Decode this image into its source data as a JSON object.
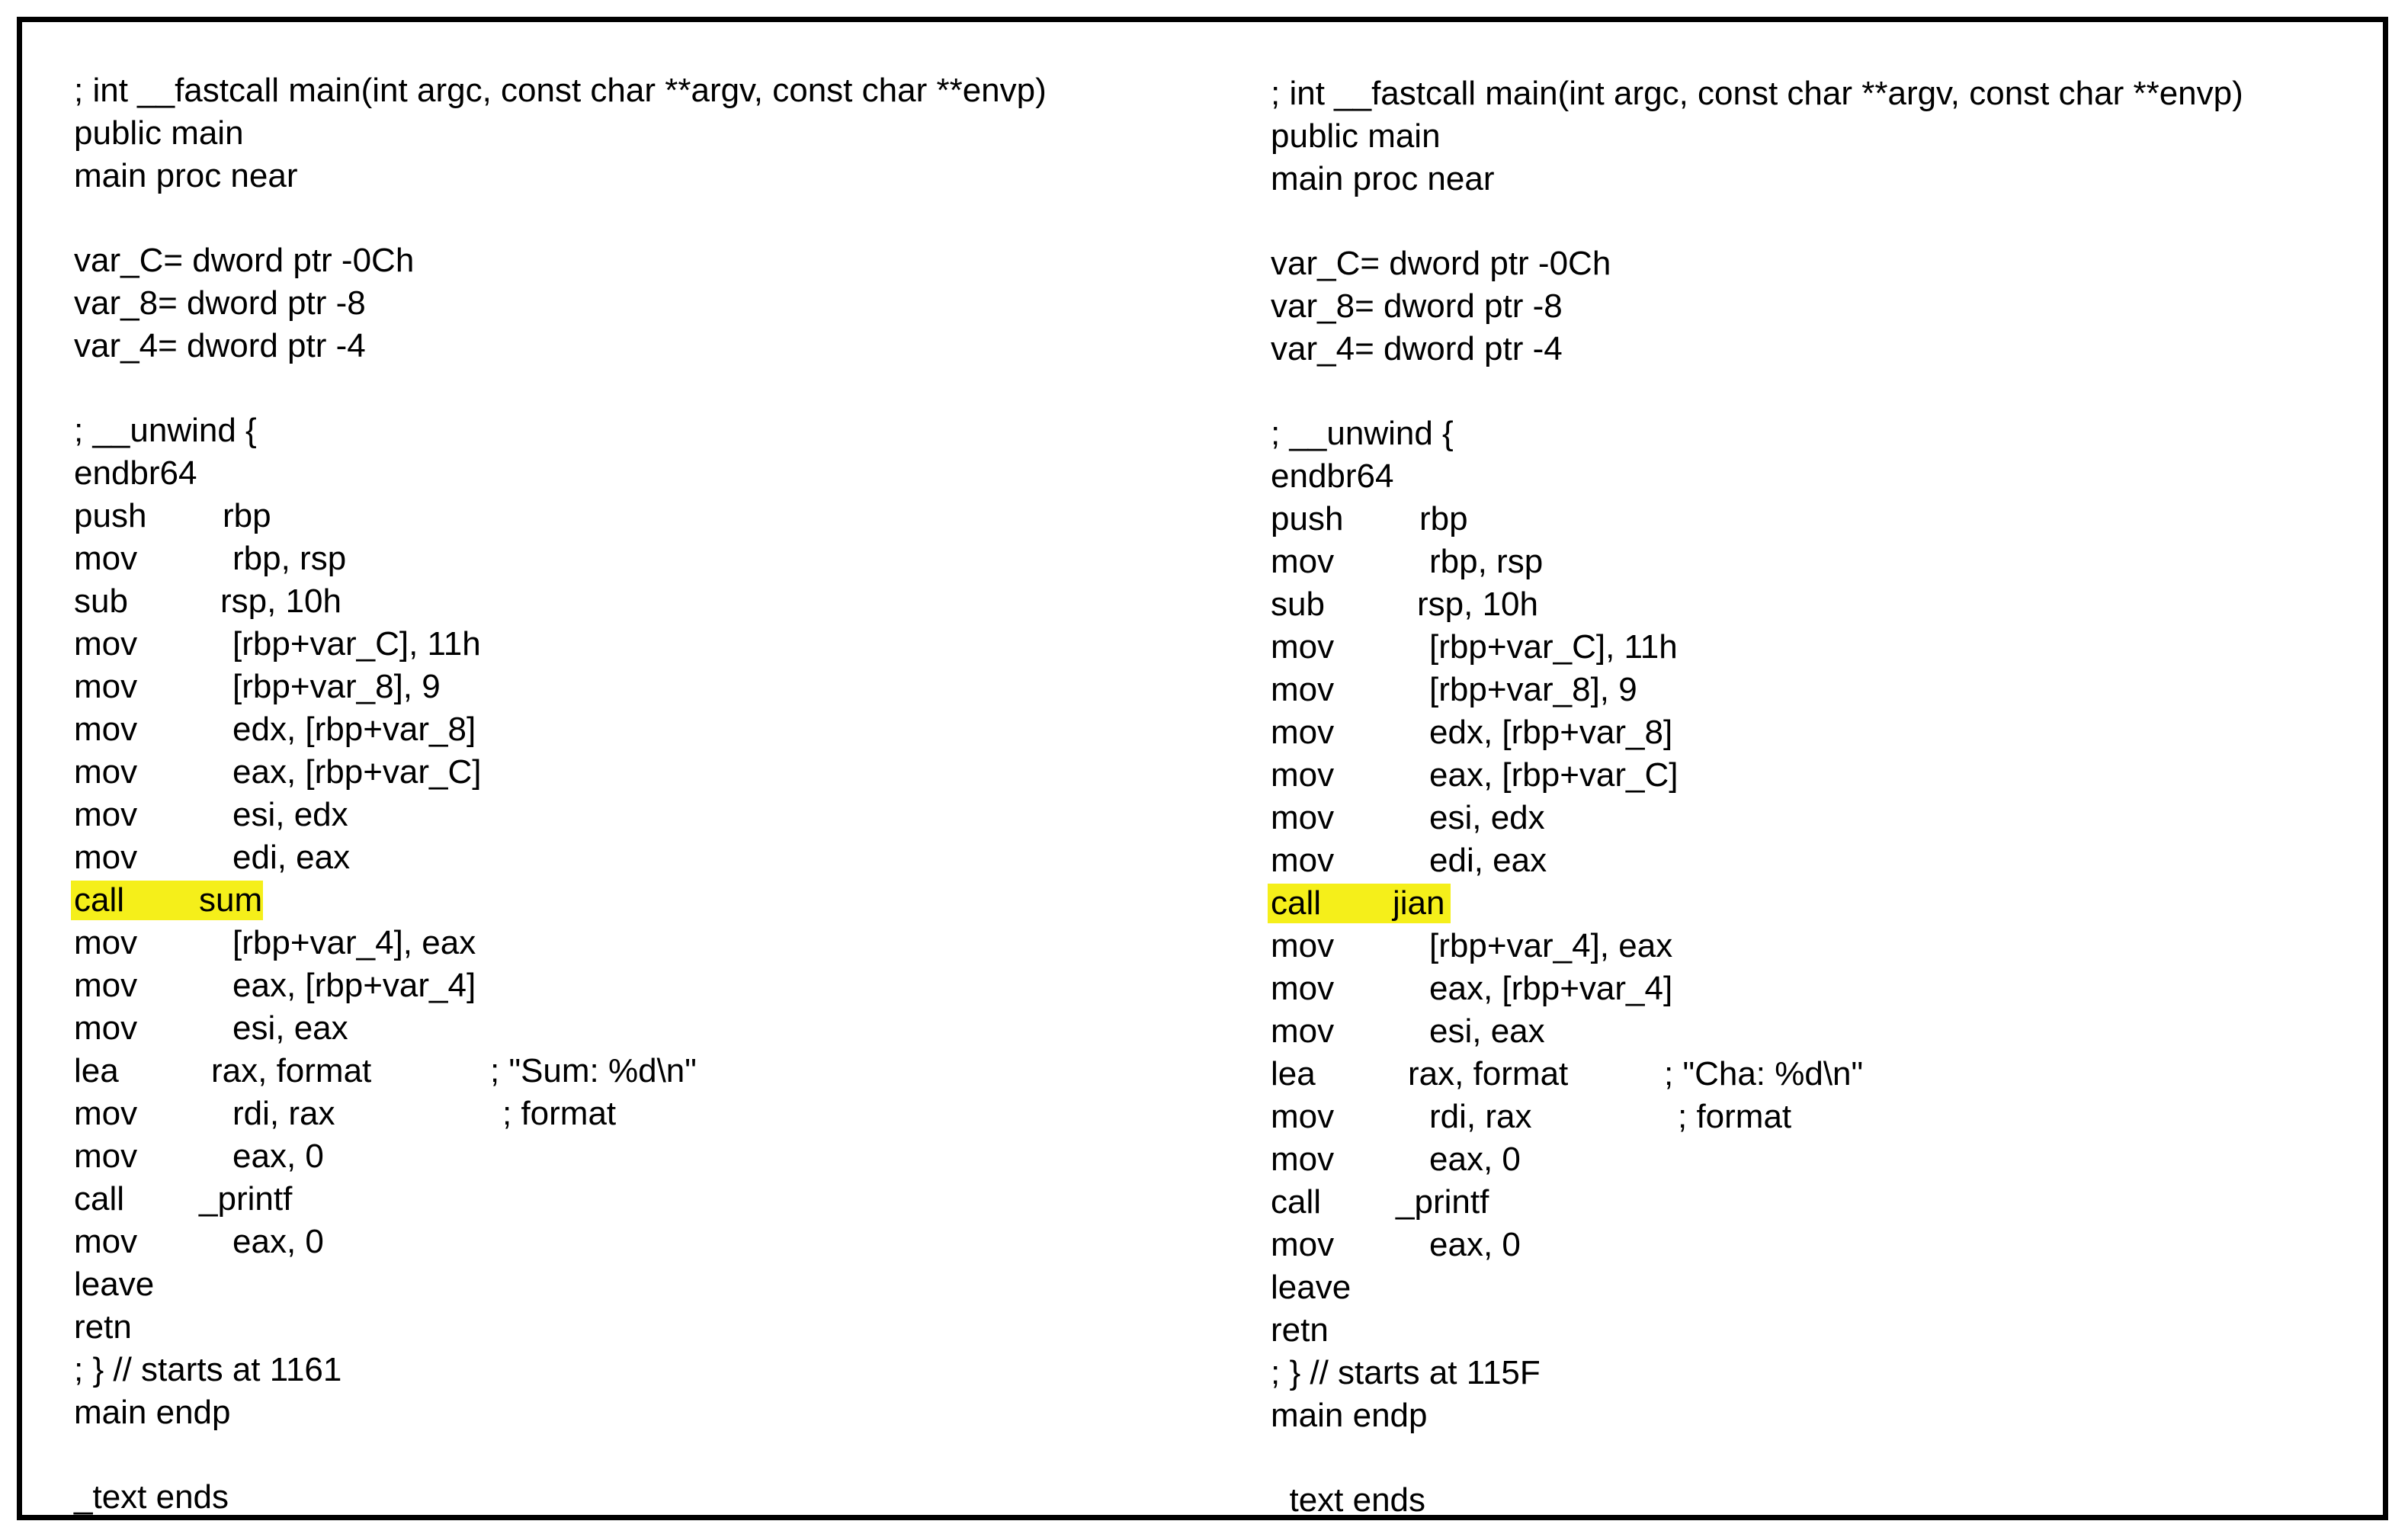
{
  "left": {
    "lines": [
      {
        "kind": "text",
        "text": "; int __fastcall main(int argc, const char **argv, const char **envp)"
      },
      {
        "kind": "text",
        "text": "public main"
      },
      {
        "kind": "text",
        "text": "main proc near"
      },
      {
        "kind": "blank"
      },
      {
        "kind": "text",
        "text": "var_C= dword ptr -0Ch"
      },
      {
        "kind": "text",
        "text": "var_8= dword ptr -8"
      },
      {
        "kind": "text",
        "text": "var_4= dword ptr -4"
      },
      {
        "kind": "blank"
      },
      {
        "kind": "text",
        "text": "; __unwind {"
      },
      {
        "kind": "text",
        "text": "endbr64"
      },
      {
        "kind": "ins",
        "mn": "push",
        "op": "rbp",
        "opx": 195
      },
      {
        "kind": "ins",
        "mn": "mov",
        "op": "rbp, rsp",
        "opx": 208
      },
      {
        "kind": "ins",
        "mn": "sub",
        "op": "rsp, 10h",
        "opx": 192
      },
      {
        "kind": "ins",
        "mn": "mov",
        "op": "[rbp+var_C], 11h",
        "opx": 208
      },
      {
        "kind": "ins",
        "mn": "mov",
        "op": "[rbp+var_8], 9",
        "opx": 208
      },
      {
        "kind": "ins",
        "mn": "mov",
        "op": "edx, [rbp+var_8]",
        "opx": 208
      },
      {
        "kind": "ins",
        "mn": "mov",
        "op": "eax, [rbp+var_C]",
        "opx": 208
      },
      {
        "kind": "ins",
        "mn": "mov",
        "op": "esi, edx",
        "opx": 208
      },
      {
        "kind": "ins",
        "mn": "mov",
        "op": "edi, eax",
        "opx": 208
      },
      {
        "kind": "ins",
        "mn": "call",
        "op": "sum",
        "opx": 164,
        "highlight": true
      },
      {
        "kind": "ins",
        "mn": "mov",
        "op": "[rbp+var_4], eax",
        "opx": 208
      },
      {
        "kind": "ins",
        "mn": "mov",
        "op": "eax, [rbp+var_4]",
        "opx": 208
      },
      {
        "kind": "ins",
        "mn": "mov",
        "op": "esi, eax",
        "opx": 208
      },
      {
        "kind": "ins",
        "mn": "lea",
        "op": "rax, format",
        "opx": 180,
        "cm": "; \"Sum: %d\\n\"",
        "cmx": 546
      },
      {
        "kind": "ins",
        "mn": "mov",
        "op": "rdi, rax",
        "opx": 208,
        "cm": "; format",
        "cmx": 562
      },
      {
        "kind": "ins",
        "mn": "mov",
        "op": "eax, 0",
        "opx": 208
      },
      {
        "kind": "ins",
        "mn": "call",
        "op": "_printf",
        "opx": 164
      },
      {
        "kind": "ins",
        "mn": "mov",
        "op": "eax, 0",
        "opx": 208
      },
      {
        "kind": "text",
        "text": "leave"
      },
      {
        "kind": "text",
        "text": "retn"
      },
      {
        "kind": "text",
        "text": "; } // starts at 1161"
      },
      {
        "kind": "text",
        "text": "main endp"
      },
      {
        "kind": "blank"
      },
      {
        "kind": "text",
        "text": "_text ends"
      }
    ]
  },
  "right": {
    "lines": [
      {
        "kind": "text",
        "text": "; int __fastcall main(int argc, const char **argv, const char **envp)"
      },
      {
        "kind": "text",
        "text": "public main"
      },
      {
        "kind": "text",
        "text": "main proc near"
      },
      {
        "kind": "blank"
      },
      {
        "kind": "text",
        "text": "var_C= dword ptr -0Ch"
      },
      {
        "kind": "text",
        "text": "var_8= dword ptr -8"
      },
      {
        "kind": "text",
        "text": "var_4= dword ptr -4"
      },
      {
        "kind": "blank"
      },
      {
        "kind": "text",
        "text": "; __unwind {"
      },
      {
        "kind": "text",
        "text": "endbr64"
      },
      {
        "kind": "ins",
        "mn": "push",
        "op": "rbp",
        "opx": 195
      },
      {
        "kind": "ins",
        "mn": "mov",
        "op": "rbp, rsp",
        "opx": 208
      },
      {
        "kind": "ins",
        "mn": "sub",
        "op": "rsp, 10h",
        "opx": 192
      },
      {
        "kind": "ins",
        "mn": "mov",
        "op": "[rbp+var_C], 11h",
        "opx": 208
      },
      {
        "kind": "ins",
        "mn": "mov",
        "op": "[rbp+var_8], 9",
        "opx": 208
      },
      {
        "kind": "ins",
        "mn": "mov",
        "op": "edx, [rbp+var_8]",
        "opx": 208
      },
      {
        "kind": "ins",
        "mn": "mov",
        "op": "eax, [rbp+var_C]",
        "opx": 208
      },
      {
        "kind": "ins",
        "mn": "mov",
        "op": "esi, edx",
        "opx": 208
      },
      {
        "kind": "ins",
        "mn": "mov",
        "op": "edi, eax",
        "opx": 208
      },
      {
        "kind": "ins",
        "mn": "call",
        "op": "jian",
        "opx": 160,
        "highlight": true
      },
      {
        "kind": "ins",
        "mn": "mov",
        "op": "[rbp+var_4], eax",
        "opx": 208
      },
      {
        "kind": "ins",
        "mn": "mov",
        "op": "eax, [rbp+var_4]",
        "opx": 208
      },
      {
        "kind": "ins",
        "mn": "mov",
        "op": "esi, eax",
        "opx": 208
      },
      {
        "kind": "ins",
        "mn": "lea",
        "op": "rax, format",
        "opx": 180,
        "cm": "; \"Cha: %d\\n\"",
        "cmx": 516
      },
      {
        "kind": "ins",
        "mn": "mov",
        "op": "rdi, rax",
        "opx": 208,
        "cm": "; format",
        "cmx": 534
      },
      {
        "kind": "ins",
        "mn": "mov",
        "op": "eax, 0",
        "opx": 208
      },
      {
        "kind": "ins",
        "mn": "call",
        "op": "_printf",
        "opx": 164
      },
      {
        "kind": "ins",
        "mn": "mov",
        "op": "eax, 0",
        "opx": 208
      },
      {
        "kind": "text",
        "text": "leave"
      },
      {
        "kind": "text",
        "text": "retn"
      },
      {
        "kind": "text",
        "text": "; } // starts at 115F"
      },
      {
        "kind": "text",
        "text": "main endp"
      },
      {
        "kind": "blank"
      },
      {
        "kind": "text",
        "text": "_text ends"
      }
    ]
  },
  "colors": {
    "highlight": "#f5ef1a",
    "text": "#000000",
    "border": "#000000",
    "background": "#ffffff"
  }
}
